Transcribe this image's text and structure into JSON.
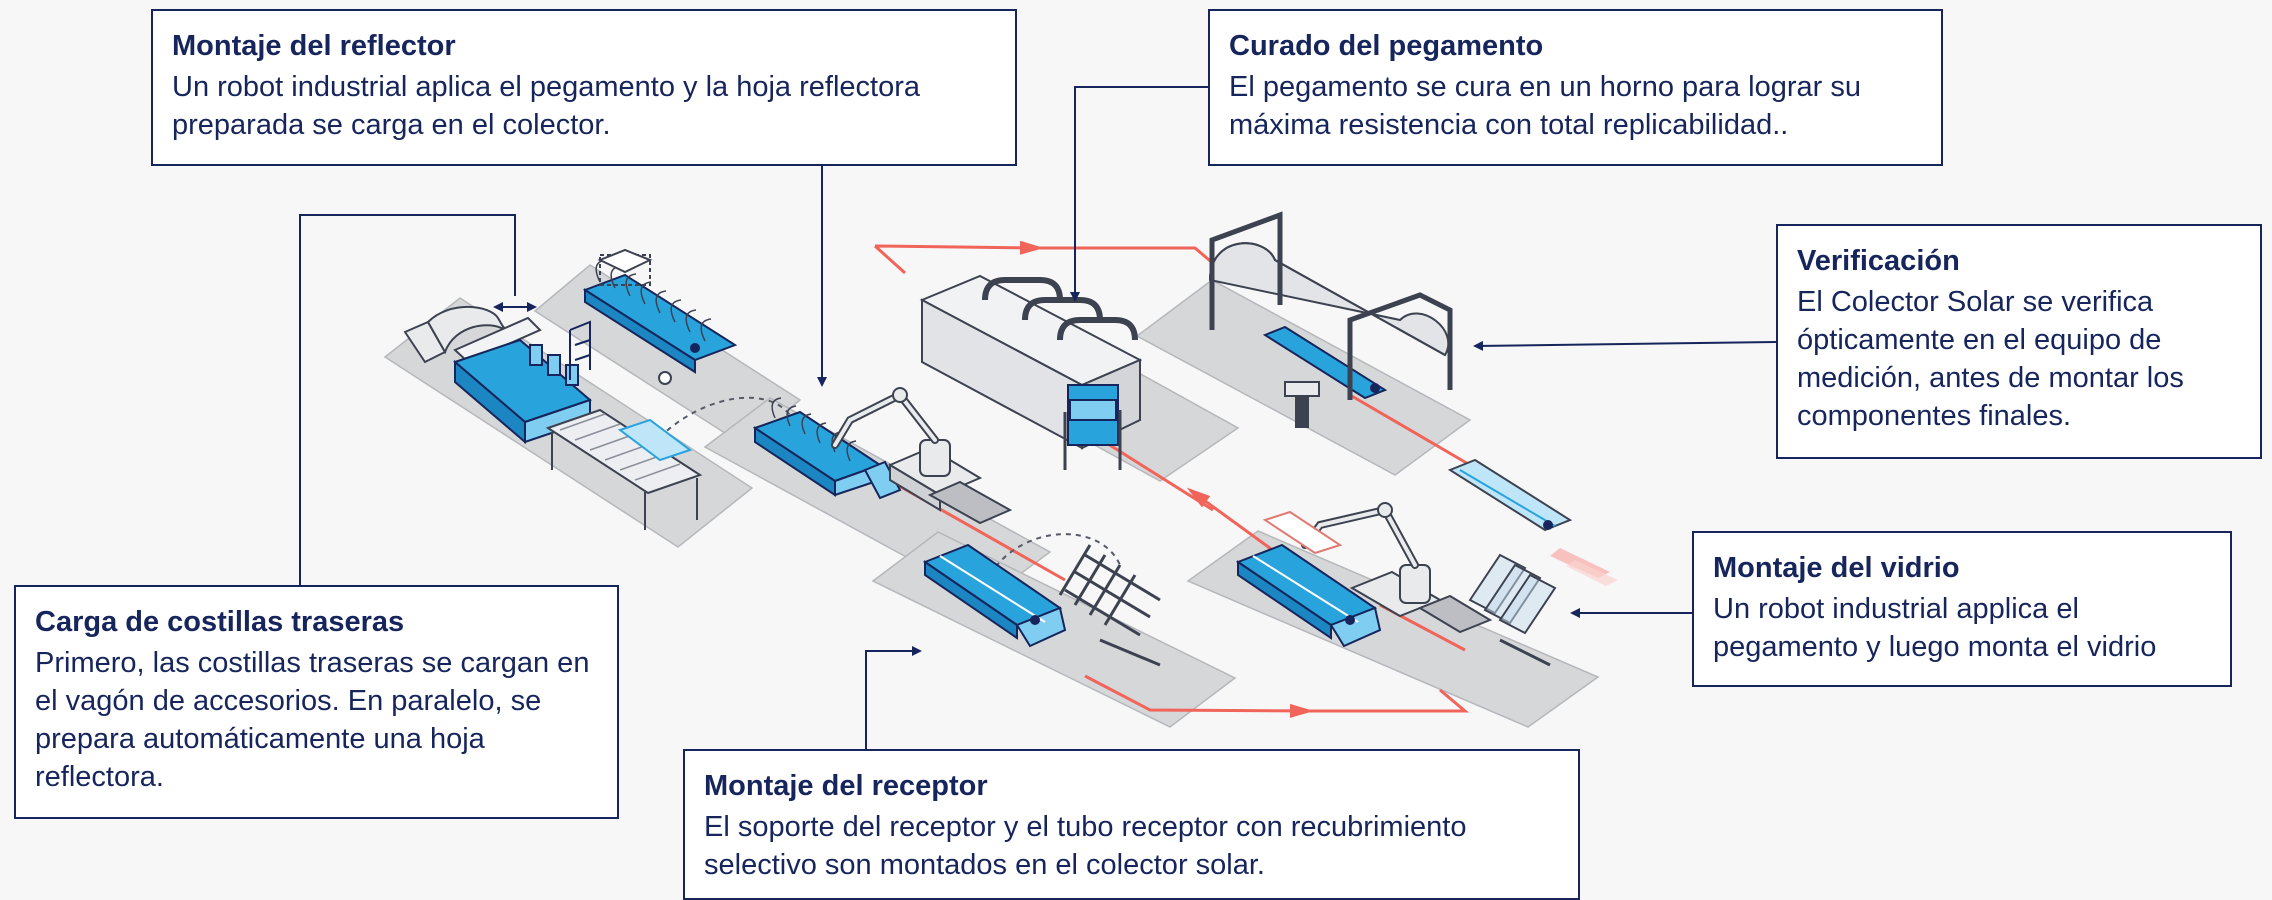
{
  "steps": {
    "reflector": {
      "title": "Montaje del reflector",
      "description": "Un robot industrial aplica el pegamento y la hoja reflectora preparada se carga en el colector."
    },
    "curado": {
      "title": "Curado del pegamento",
      "description": "El pegamento se cura en un horno para lograr su máxima resistencia con total replicabilidad.."
    },
    "verificacion": {
      "title": "Verificación",
      "description": "El Colector Solar se verifica ópticamente en el equipo de medición, antes de montar los componentes finales."
    },
    "vidrio": {
      "title": "Montaje del vidrio",
      "description": "Un robot industrial applica el pegamento y luego monta el vidrio"
    },
    "receptor": {
      "title": "Montaje del receptor",
      "description": "El soporte del receptor y el tubo receptor con recubrimiento selectivo son montados en el colector solar."
    },
    "costillas": {
      "title": "Carga de costillas traseras",
      "description": "Primero, las costillas traseras se cargan en el vagón de accesorios. En paralelo, se prepara automáticamente una hoja reflectora."
    }
  },
  "colors": {
    "navy": "#16255b",
    "machine_blue": "#29a3dc",
    "machine_blue_light": "#7fcdf0",
    "flow_red": "#f0645a",
    "floor_gray": "#d6d7d9",
    "machine_gray": "#e9eaec"
  },
  "icons": [
    "robot-arm",
    "oven",
    "measurement-tunnel",
    "glass-rack",
    "conveyor",
    "reflector-sheet-unit"
  ]
}
